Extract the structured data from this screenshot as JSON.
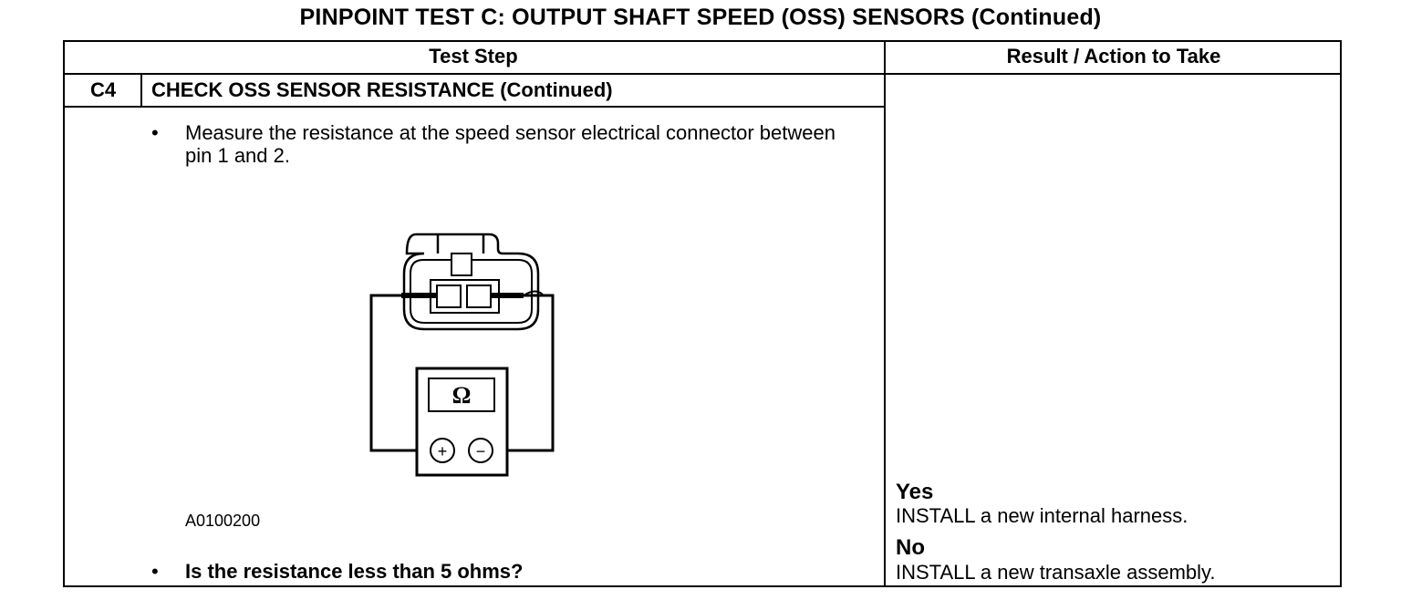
{
  "document": {
    "title": "PINPOINT TEST C: OUTPUT SHAFT SPEED (OSS) SENSORS (Continued)"
  },
  "table": {
    "headers": {
      "test_step": "Test Step",
      "result_action": "Result / Action to Take"
    },
    "step": {
      "id": "C4",
      "title": "CHECK OSS SENSOR RESISTANCE (Continued)",
      "bullet_symbol": "•",
      "instruction": "Measure the resistance at the speed sensor electrical connector between pin 1 and 2.",
      "figure": {
        "code": "A0100200",
        "meter_symbol": "Ω",
        "positive_symbol": "+",
        "negative_symbol": "−"
      },
      "question": "Is the resistance less than 5 ohms?"
    },
    "results": [
      {
        "label": "Yes",
        "action": "INSTALL a new internal harness."
      },
      {
        "label": "No",
        "action": "INSTALL a new transaxle assembly."
      }
    ]
  }
}
